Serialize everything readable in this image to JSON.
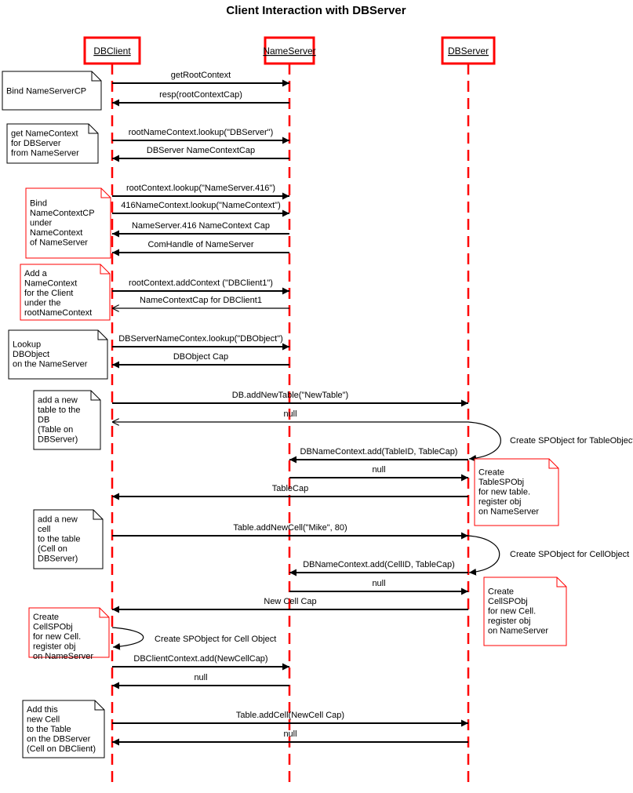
{
  "title": "Client Interaction with DBServer",
  "colors": {
    "lifeline": "#ff0000",
    "note_red_border": "#ff0000",
    "line": "#000000"
  },
  "participants": [
    {
      "id": "client",
      "name": "DBClient"
    },
    {
      "id": "ns",
      "name": "NameServer"
    },
    {
      "id": "db",
      "name": "DBServer"
    }
  ],
  "messages": [
    {
      "id": "m1",
      "label": "getRootContext",
      "from": "client",
      "to": "ns",
      "style": "sync"
    },
    {
      "id": "m2",
      "label": "resp(rootContextCap)",
      "from": "ns",
      "to": "client",
      "style": "sync"
    },
    {
      "id": "m3",
      "label": "rootNameContext.lookup(\"DBServer\")",
      "from": "client",
      "to": "ns",
      "style": "sync"
    },
    {
      "id": "m4",
      "label": "DBServer NameContextCap",
      "from": "ns",
      "to": "client",
      "style": "sync"
    },
    {
      "id": "m5",
      "label": "rootContext.lookup(\"NameServer.416\")",
      "from": "client",
      "to": "ns",
      "style": "sync"
    },
    {
      "id": "m6",
      "label": "416NameContext.lookup(\"NameContext\")",
      "from": "client",
      "to": "ns",
      "style": "sync"
    },
    {
      "id": "m7",
      "label": "NameServer.416 NameContext Cap",
      "from": "ns",
      "to": "client",
      "style": "sync"
    },
    {
      "id": "m8",
      "label": "ComHandle of NameServer",
      "from": "ns",
      "to": "client",
      "style": "sync"
    },
    {
      "id": "m9",
      "label": "rootContext.addContext (\"DBClient1\")",
      "from": "client",
      "to": "ns",
      "style": "sync"
    },
    {
      "id": "m10",
      "label": "NameContextCap for DBClient1",
      "from": "ns",
      "to": "client",
      "style": "async"
    },
    {
      "id": "m11",
      "label": "DBServerNameContex.lookup(\"DBObject\")",
      "from": "client",
      "to": "ns",
      "style": "sync"
    },
    {
      "id": "m12",
      "label": "DBObject Cap",
      "from": "ns",
      "to": "client",
      "style": "sync"
    },
    {
      "id": "m13",
      "label": "DB.addNewTable(\"NewTable\")",
      "from": "client",
      "to": "db",
      "style": "sync"
    },
    {
      "id": "m14",
      "label": "null",
      "from": "db",
      "to": "client",
      "style": "open"
    },
    {
      "id": "m15",
      "label": "DBNameContext.add(TableID, TableCap)",
      "from": "db",
      "to": "ns",
      "style": "sync"
    },
    {
      "id": "m16",
      "label": "null",
      "from": "ns",
      "to": "db",
      "style": "sync"
    },
    {
      "id": "m17",
      "label": "TableCap",
      "from": "db",
      "to": "client",
      "style": "sync"
    },
    {
      "id": "m18",
      "label": "Table.addNewCell(\"Mike\", 80)",
      "from": "client",
      "to": "db",
      "style": "sync"
    },
    {
      "id": "m19",
      "label": "DBNameContext.add(CellID, TableCap)",
      "from": "db",
      "to": "ns",
      "style": "sync"
    },
    {
      "id": "m20",
      "label": "null",
      "from": "ns",
      "to": "db",
      "style": "sync"
    },
    {
      "id": "m21",
      "label": "New Cell Cap",
      "from": "db",
      "to": "client",
      "style": "sync"
    },
    {
      "id": "m22",
      "label": "DBClientContext.add(NewCellCap)",
      "from": "client",
      "to": "ns",
      "style": "sync"
    },
    {
      "id": "m23",
      "label": "null",
      "from": "ns",
      "to": "client",
      "style": "sync"
    },
    {
      "id": "m24",
      "label": "Table.addCell(NewCell Cap)",
      "from": "client",
      "to": "db",
      "style": "sync"
    },
    {
      "id": "m25",
      "label": "null",
      "from": "db",
      "to": "client",
      "style": "sync"
    }
  ],
  "self_calls": [
    {
      "id": "s1",
      "label": "Create SPObject for TableObject",
      "on": "db"
    },
    {
      "id": "s2",
      "label": "Create SPObject for CellObject",
      "on": "db"
    },
    {
      "id": "s3",
      "label": "Create SPObject for Cell Object",
      "on": "client"
    }
  ],
  "notes": [
    {
      "id": "n1",
      "lines": [
        "Bind NameServerCP"
      ],
      "border": "black"
    },
    {
      "id": "n2",
      "lines": [
        "get NameContext",
        "for DBServer",
        "from NameServer"
      ],
      "border": "black"
    },
    {
      "id": "n3",
      "lines": [
        "Bind",
        "NameContextCP",
        "under",
        "NameContext",
        "of NameServer"
      ],
      "border": "red"
    },
    {
      "id": "n4",
      "lines": [
        "Add a",
        "NameContext",
        "for the Client",
        "under the",
        "rootNameContext"
      ],
      "border": "red"
    },
    {
      "id": "n5",
      "lines": [
        "Lookup",
        "DBObject",
        "on the NameServer"
      ],
      "border": "black"
    },
    {
      "id": "n6",
      "lines": [
        "add a new",
        "table to the",
        "DB",
        "(Table on",
        "DBServer)"
      ],
      "border": "black"
    },
    {
      "id": "n7",
      "lines": [
        "Create",
        "TableSPObj",
        "for new table.",
        "register obj",
        "on NameServer"
      ],
      "border": "red"
    },
    {
      "id": "n8",
      "lines": [
        "add a new",
        "cell",
        " to the table",
        "(Cell on",
        "DBServer)"
      ],
      "border": "black"
    },
    {
      "id": "n9",
      "lines": [
        "Create",
        "CellSPObj",
        "for new Cell.",
        "register obj",
        "on NameServer"
      ],
      "border": "red"
    },
    {
      "id": "n10",
      "lines": [
        "Create",
        "CellSPObj",
        "for new Cell.",
        "register obj",
        "on NameServer"
      ],
      "border": "red"
    },
    {
      "id": "n11",
      "lines": [
        "Add this",
        "new Cell",
        "to the Table",
        "on the DBServer",
        "(Cell on DBClient)"
      ],
      "border": "black"
    }
  ]
}
